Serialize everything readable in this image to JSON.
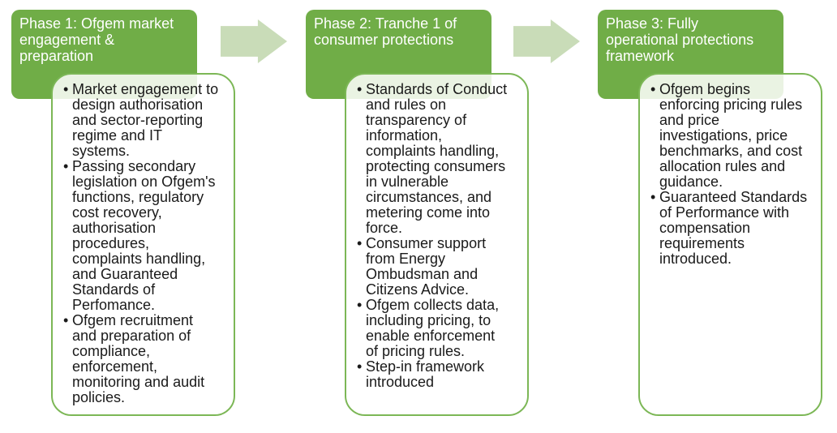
{
  "diagram": {
    "bullet_glyph": "•",
    "colors": {
      "header_green": "#70ad47",
      "card_border_green": "#7cb756",
      "arrow_green": "#c9dcb8",
      "header_text": "#ffffff",
      "body_text": "#1a1a1a"
    },
    "phases": [
      {
        "title": "Phase 1: Ofgem market engagement & preparation",
        "bullets": [
          "Market engagement to design authorisation and sector-reporting regime and IT systems.",
          "Passing secondary legislation on Ofgem's functions, regulatory cost recovery, authorisation procedures, complaints handling, and Guaranteed Standards of Perfomance.",
          "Ofgem recruitment and preparation of compliance, enforcement, monitoring and audit policies."
        ]
      },
      {
        "title": "Phase 2: Tranche 1 of consumer protections",
        "bullets": [
          "Standards of Conduct and rules on transparency of information, complaints handling, protecting consumers in vulnerable circumstances, and metering come into force.",
          "Consumer support from Energy Ombudsman and Citizens Advice.",
          "Ofgem collects data, including pricing, to enable enforcement of pricing rules.",
          "Step-in framework introduced"
        ]
      },
      {
        "title": "Phase 3: Fully operational protections framework",
        "bullets": [
          "Ofgem begins enforcing pricing rules and price investigations, price benchmarks, and cost allocation rules and guidance.",
          "Guaranteed Standards of Performance with compensation requirements introduced."
        ]
      }
    ]
  }
}
